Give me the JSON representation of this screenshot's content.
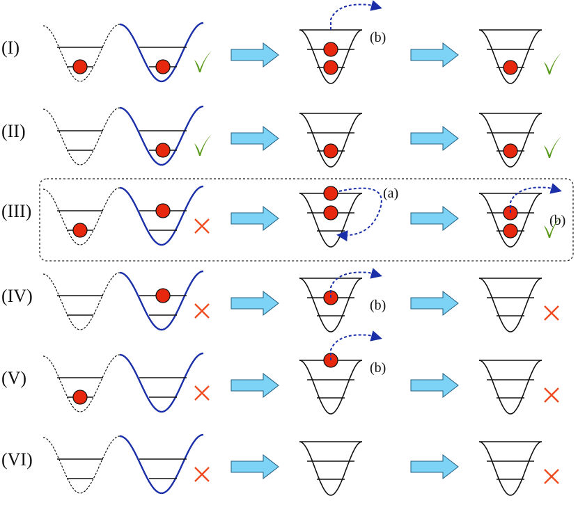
{
  "rows": [
    {
      "label": "(I)",
      "double_well": {
        "left_ball": true,
        "right_ball": true,
        "mark": "check"
      },
      "stage2": {
        "balls": [
          "upper",
          "lower"
        ],
        "annotation": "(b)",
        "arrow": "escape-top"
      },
      "stage3": {
        "balls": [
          "lower"
        ],
        "mark": "check"
      }
    },
    {
      "label": "(II)",
      "double_well": {
        "left_ball": false,
        "right_ball": true,
        "mark": "check"
      },
      "stage2": {
        "balls": [
          "lower"
        ]
      },
      "stage3": {
        "balls": [
          "lower"
        ],
        "mark": "check"
      }
    },
    {
      "label": "(III)",
      "boxed": true,
      "double_well": {
        "left_ball": true,
        "right_upper_ball": true,
        "mark": "cross"
      },
      "stage2": {
        "balls": [
          "top",
          "upper"
        ],
        "annotation": "(a)",
        "arrow": "loop-down"
      },
      "stage3": {
        "balls": [
          "upper",
          "lower"
        ],
        "annotation": "(b)",
        "arrow": "escape-upper",
        "mark": "check"
      }
    },
    {
      "label": "(IV)",
      "double_well": {
        "left_ball": false,
        "right_upper_ball": true,
        "mark": "cross"
      },
      "stage2": {
        "balls": [
          "upper"
        ],
        "annotation": "(b)",
        "arrow": "escape-upper"
      },
      "stage3": {
        "balls": [],
        "mark": "cross"
      }
    },
    {
      "label": "(V)",
      "double_well": {
        "left_ball": true,
        "right_ball": false,
        "mark": "cross"
      },
      "stage2": {
        "balls": [
          "top"
        ],
        "annotation": "(b)",
        "arrow": "escape-top"
      },
      "stage3": {
        "balls": [],
        "mark": "cross"
      }
    },
    {
      "label": "(VI)",
      "double_well": {
        "left_ball": false,
        "right_ball": false,
        "mark": "cross"
      },
      "stage2": {
        "balls": []
      },
      "stage3": {
        "balls": [],
        "mark": "cross"
      }
    }
  ],
  "colors": {
    "ball_fill": "#e8280e",
    "well_right": "#1a2fa8",
    "arrow_fill": "#7dd3f5",
    "arrow_stroke": "#1f5c80",
    "dashed_arrow": "#1a2fa8",
    "check": "#5a9a1a",
    "cross": "#f04a1e"
  },
  "icons": {
    "check": "check-icon",
    "cross": "cross-icon",
    "transition": "right-arrow-icon"
  }
}
